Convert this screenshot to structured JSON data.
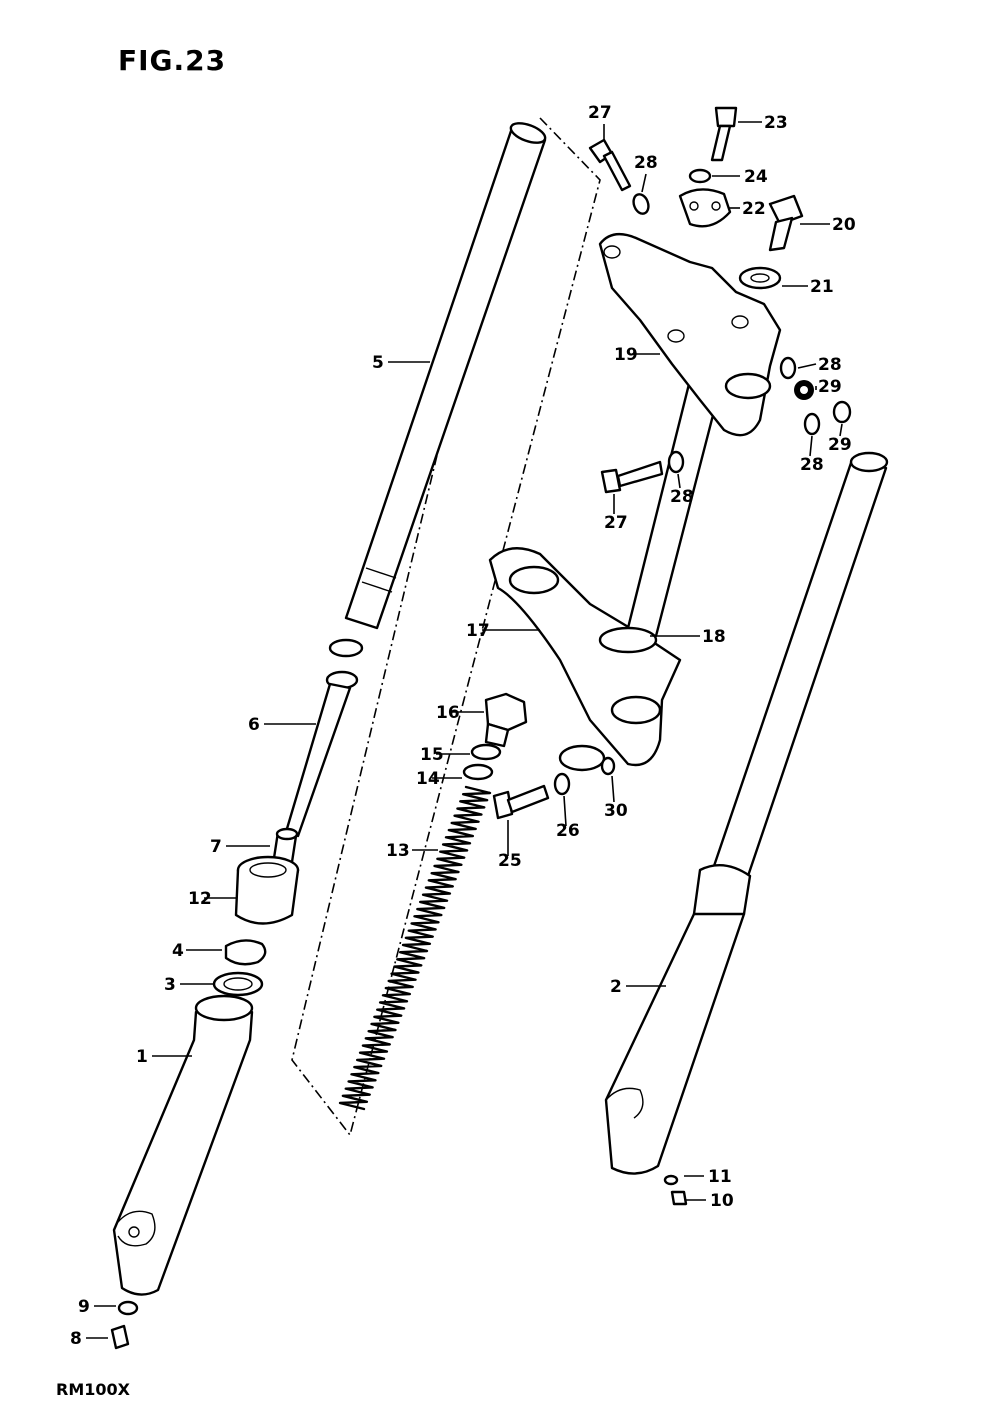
{
  "figure": {
    "title": "FIG.23",
    "model": "RM100X"
  },
  "callouts": [
    {
      "num": "1"
    },
    {
      "num": "2"
    },
    {
      "num": "3"
    },
    {
      "num": "4"
    },
    {
      "num": "5"
    },
    {
      "num": "6"
    },
    {
      "num": "7"
    },
    {
      "num": "8"
    },
    {
      "num": "9"
    },
    {
      "num": "10"
    },
    {
      "num": "11"
    },
    {
      "num": "12"
    },
    {
      "num": "13"
    },
    {
      "num": "14"
    },
    {
      "num": "15"
    },
    {
      "num": "16"
    },
    {
      "num": "17"
    },
    {
      "num": "18"
    },
    {
      "num": "19"
    },
    {
      "num": "20"
    },
    {
      "num": "21"
    },
    {
      "num": "22"
    },
    {
      "num": "23"
    },
    {
      "num": "24"
    },
    {
      "num": "25"
    },
    {
      "num": "26"
    },
    {
      "num": "27"
    },
    {
      "num": "27"
    },
    {
      "num": "28"
    },
    {
      "num": "28"
    },
    {
      "num": "28"
    },
    {
      "num": "28"
    },
    {
      "num": "29"
    },
    {
      "num": "29"
    },
    {
      "num": "30"
    }
  ]
}
